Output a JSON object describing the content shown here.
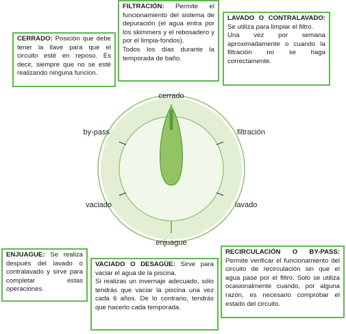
{
  "boxes": {
    "filtracion": {
      "title": "FILTRACIÓN:",
      "body": "Permite el funcionamiento del sistema de depuración (el agua entra por los skimmers y el rebosadero y por el limpia-fondos).",
      "extra": "Todos los días durante la temporada de baño."
    },
    "lavado": {
      "title": "LAVADO O CONTRALAVADO:",
      "body": "Se utiliza para limpiar el filtro.",
      "extra": "Una vez por semana aproximadamente o cuando la filtración no se haga correctamente."
    },
    "cerrado": {
      "title": "CERRADO:",
      "body": "Posición que debe tener la llave para que el circuito esté en reposo. Es decir, siempre que no se esté realizando ninguna funcion."
    },
    "enjuague": {
      "title": "ENJUAGUE:",
      "body": "Se realiza después del lavado o contralavado y sirve para completar estas operaciones."
    },
    "vaciado": {
      "title": "VACIADO O DESAGÜE:",
      "body": "Sirve para vaciar el agua de la piscina.",
      "extra": "Si realizas un invernaje adecuado, sólo tendrás que vaciar la piscina una vez cada 6 años. De lo contrario, tendrás que hacerlo cada temporada."
    },
    "recirculacion": {
      "title": "RECIRCULACIÓN O BY-PASS:",
      "body": "Permite verificar el funcionamiento del circuito de recirculación sin que el agua pase por el filtro. Solo se utiliza ocasionalmente cuando, por alguna razón, es necesario comprobar el estado del circuito."
    }
  },
  "dial_labels": {
    "cerrado": "cerrado",
    "filtracion": "filtración",
    "lavado": "lavado",
    "enjuague": "enjuague",
    "vaciado": "vaciado",
    "bypass": "by-pass"
  },
  "colors": {
    "border": "#5db84a",
    "dial_outer": "#ffffff",
    "dial_ring": "#e2efd4",
    "dial_inner": "#f1f7ea",
    "handle": "#92c464",
    "handle_dark": "#5a9a3a"
  }
}
